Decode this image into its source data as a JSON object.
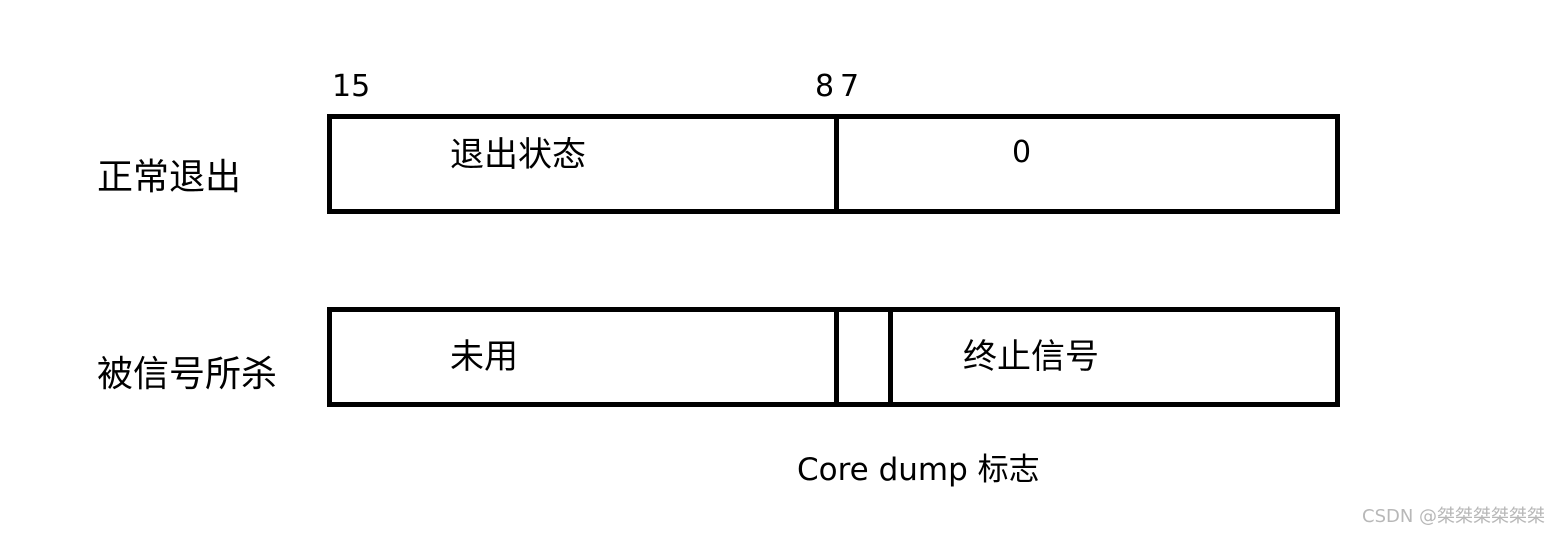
{
  "bits": {
    "high": "15",
    "mid_high": "8",
    "mid_low": "7"
  },
  "rows": {
    "normal_exit": {
      "label": "正常退出",
      "high_field": "退出状态",
      "low_field": "0"
    },
    "killed_by_signal": {
      "label": "被信号所杀",
      "high_field": "未用",
      "low_field": "终止信号"
    }
  },
  "core_dump_label": "Core dump 标志",
  "watermark": "CSDN @桀桀桀桀桀桀"
}
